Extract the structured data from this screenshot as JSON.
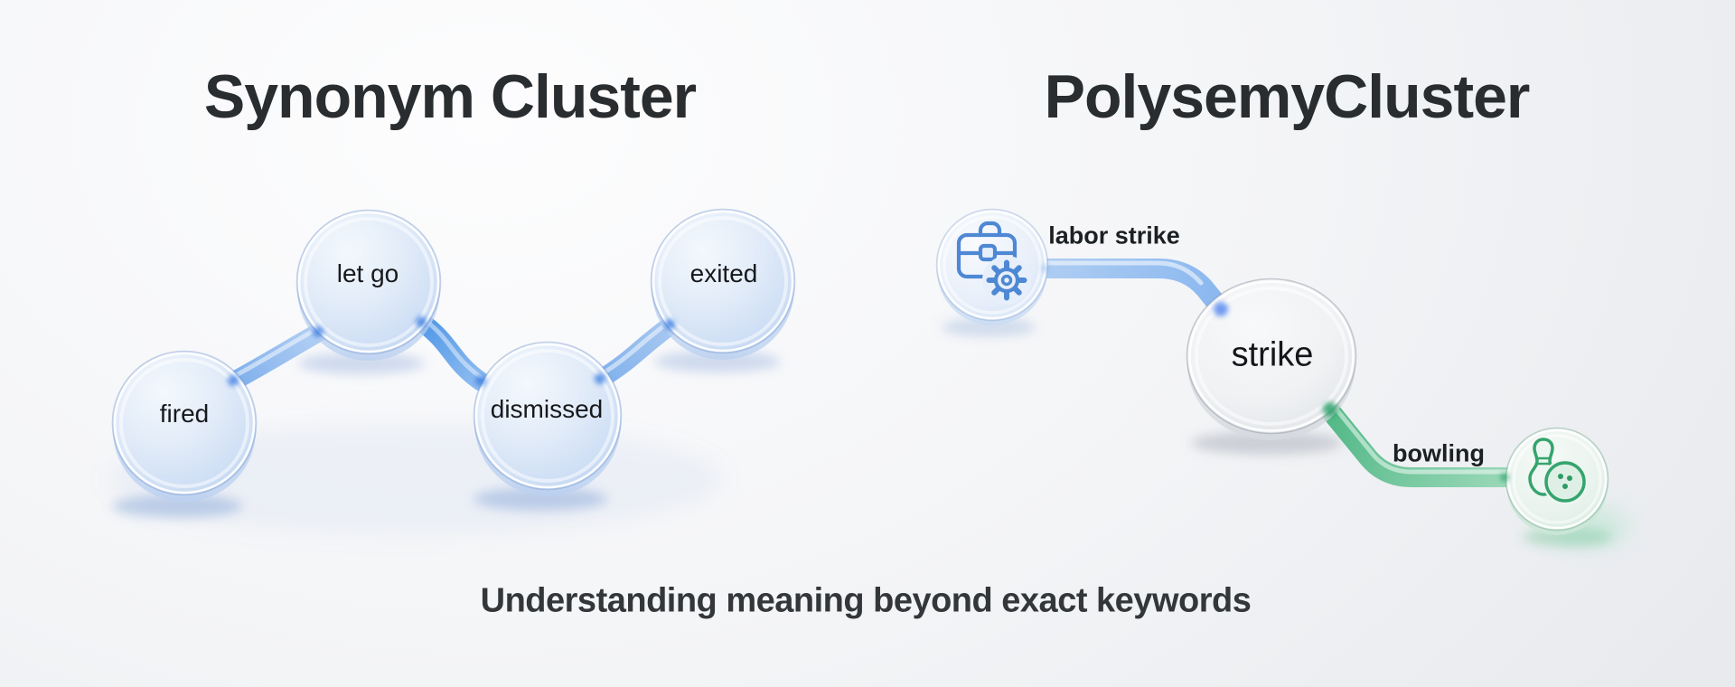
{
  "page": {
    "background_top": "#fdfdfe",
    "background_bottom": "#e8eaee"
  },
  "left_cluster": {
    "title": "Synonym Cluster",
    "accent_color": "#5d9fe8",
    "nodes": [
      {
        "label": "fired"
      },
      {
        "label": "let go"
      },
      {
        "label": "dismissed"
      },
      {
        "label": "exited"
      }
    ]
  },
  "right_cluster": {
    "title": "PolysemyCluster",
    "center_label": "strike",
    "senses": [
      {
        "label": "labor strike",
        "icon": "briefcase-gear-icon",
        "color": "#4e88d4"
      },
      {
        "label": "bowling",
        "icon": "bowling-pin-ball-icon",
        "color": "#35a46d"
      }
    ]
  },
  "caption": "Understanding meaning beyond exact keywords"
}
